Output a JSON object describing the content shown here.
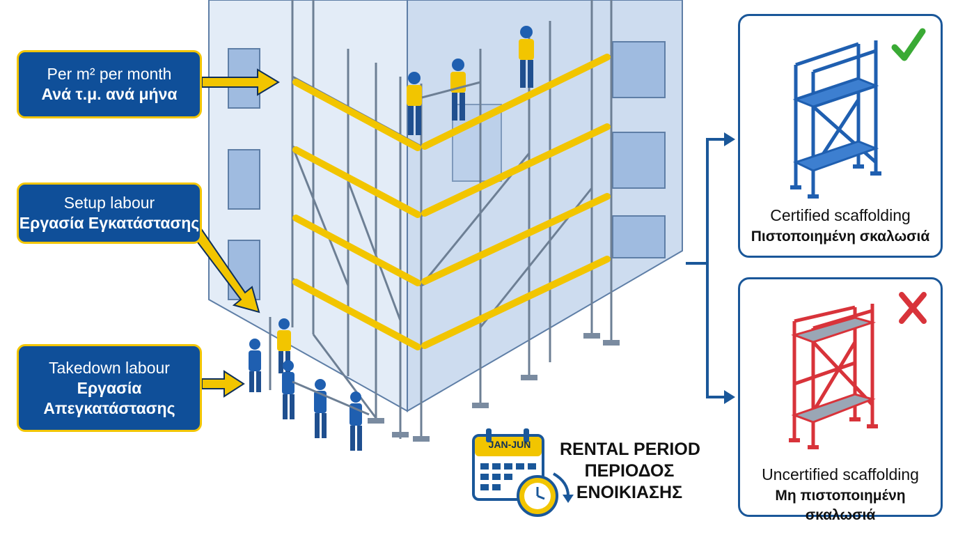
{
  "callouts": {
    "rate": {
      "en": "Per m² per month",
      "gr": "Ανά τ.μ. ανά μήνα"
    },
    "setup": {
      "en": "Setup labour",
      "gr": "Εργασία Εγκατάστασης"
    },
    "takedown": {
      "en": "Takedown labour",
      "gr_line1": "Εργασία",
      "gr_line2": "Απεγκατάστασης"
    }
  },
  "cards": {
    "certified": {
      "en": "Certified scaffolding",
      "gr": "Πιστοποιημένη σκαλωσιά",
      "mark": "check-icon",
      "color": "#1f5fb0",
      "mark_color": "#3aaa35"
    },
    "uncertified": {
      "en": "Uncertified scaffolding",
      "gr": "Μη πιστοποιημένη σκαλωσιά",
      "mark": "cross-icon",
      "color": "#d8333a",
      "mark_color": "#d8333a"
    }
  },
  "rental": {
    "calendar_label": "JAN-JUN",
    "line1": "RENTAL PERIOD",
    "line2": "ΠΕΡΙΟΔΟΣ",
    "line3": "ΕΝΟΙΚΙΑΣΗΣ"
  },
  "colors": {
    "callout_bg": "#0f4f99",
    "callout_border": "#f2c500",
    "accent_yellow": "#f2c500",
    "connector_blue": "#1a5799"
  }
}
